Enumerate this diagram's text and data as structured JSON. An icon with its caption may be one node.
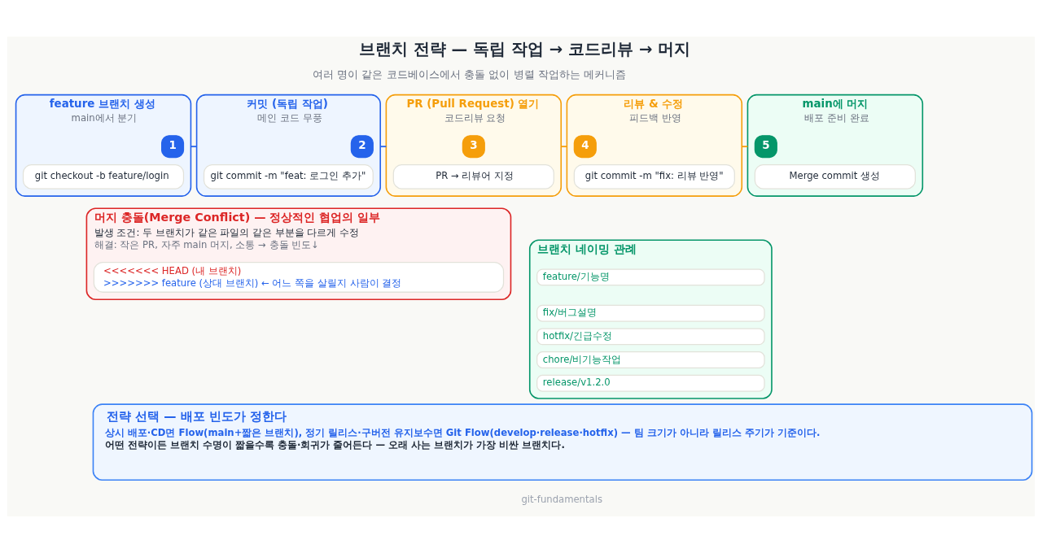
{
  "diagram": {
    "title": "브랜치 전략 — 독립 작업 → 코드리뷰 → 머지",
    "nodes": [
      {
        "text": [
          "feature 브랜치 생성",
          "main에서 분기"
        ]
      },
      {
        "text": [
          "1"
        ],
        "in": 0
      },
      {
        "text": [
          "git checkout -b feature/login"
        ],
        "in": 0
      },
      {
        "text": [
          "커밋 (독립 작업)",
          "메인 코드 무풍"
        ]
      },
      {
        "text": [
          "2"
        ],
        "in": 3
      },
      {
        "text": [
          "git commit -m \"feat: 로그인 추가\""
        ],
        "in": 3
      },
      {
        "text": [
          "PR (Pull Request) 열기",
          "코드리뷰 요청"
        ]
      },
      {
        "text": [
          "3"
        ],
        "in": 6
      },
      {
        "text": [
          "PR → 리뷰어 지정"
        ],
        "in": 6
      },
      {
        "text": [
          "리뷰 & 수정",
          "피드백 반영"
        ]
      },
      {
        "text": [
          "4"
        ],
        "in": 9
      },
      {
        "text": [
          "git commit -m \"fix: 리뷰 반영\""
        ],
        "in": 9
      },
      {
        "text": [
          "main에 머지",
          "배포 준비 완료"
        ]
      },
      {
        "text": [
          "5"
        ],
        "in": 12
      },
      {
        "text": [
          "Merge commit 생성"
        ],
        "in": 12
      },
      {
        "text": [
          "머지 충돌(Merge Conflict) — 정상적인 협업의 일부",
          "발생 조건: 두 브랜치가 같은 파일의 같은 부분을 다르게 수정",
          "해결: 작은 PR, 자주 main 머지, 소통 → 충돌 빈도↓"
        ]
      },
      {
        "text": [
          "<<<<<<< HEAD (내 브랜치)",
          ">>>>>>> feature (상대 브랜치) ← 어느 쪽을 살릴지 사람이 결정"
        ],
        "in": 15
      },
      {
        "text": [
          "브랜치 네이밍 관례"
        ]
      },
      {
        "text": [
          "feature/기능명"
        ],
        "in": 17
      },
      {
        "text": [
          "fix/버그설명"
        ],
        "in": 17
      },
      {
        "text": [
          "hotfix/긴급수정"
        ],
        "in": 17
      },
      {
        "text": [
          "chore/비기능작업"
        ],
        "in": 17
      },
      {
        "text": [
          "release/v1.2.0"
        ],
        "in": 17
      },
      {
        "text": [
          "전략 선택 — 배포 빈도가 정한다",
          "상시 배포·CD면 Flow(main+짧은 브랜치), 정기 릴리스·구버전 유지보수면 Git Flow(develop·release·hotfix) — 팀 크기가 아니라 릴리스 주기가 기준이다.",
          "어떤 전략이든 브랜치 수명이 짧을수록 충돌·회귀가 줄어든다 — 오래 사는 브랜치가 가장 비싼 브랜치다."
        ]
      }
    ],
    "edges": [
      {
        "from": 0,
        "to": 3,
        "arrow": "none",
        "color": "#2563eb"
      },
      {
        "from": 3,
        "to": 6,
        "arrow": "none",
        "color": "#2563eb"
      },
      {
        "from": 6,
        "to": 9,
        "arrow": "none",
        "color": "#f59e0b"
      },
      {
        "from": 9,
        "to": 12,
        "arrow": "none",
        "color": "#f59e0b"
      }
    ],
    "labels": [
      "여러 명이 같은 코드베이스에서 충돌 없이 병렬 작업하는 메커니즘",
      "git-fundamentals"
    ]
  }
}
